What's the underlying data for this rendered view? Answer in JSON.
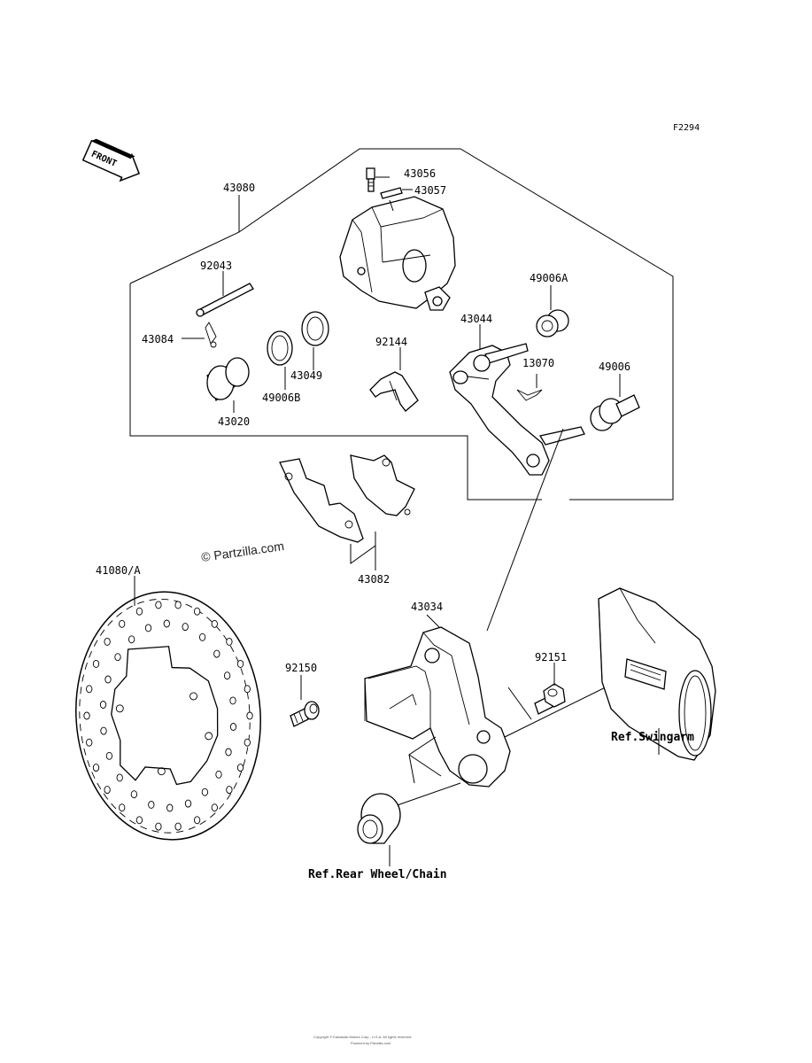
{
  "figure_code": "F2294",
  "front_label": "FRONT",
  "watermark": "© Partzilla.com",
  "copyright_line_1": "Copyright © Kawasaki Motors Corp., U.S.A. All rights reserved.",
  "copyright_line_2": "Powered by Partzilla.com",
  "parts": {
    "p43080": "43080",
    "p43056": "43056",
    "p43057": "43057",
    "p92043": "92043",
    "p49006A": "49006A",
    "p43084": "43084",
    "p43044": "43044",
    "p92144": "92144",
    "p13070": "13070",
    "p49006": "49006",
    "p43049": "43049",
    "p49006B": "49006B",
    "p43020": "43020",
    "p43082": "43082",
    "p41080A": "41080/A",
    "p43034": "43034",
    "p92150": "92150",
    "p92151": "92151"
  },
  "refs": {
    "swingarm": "Ref.Swingarm",
    "rear_wheel": "Ref.Rear Wheel/Chain"
  }
}
